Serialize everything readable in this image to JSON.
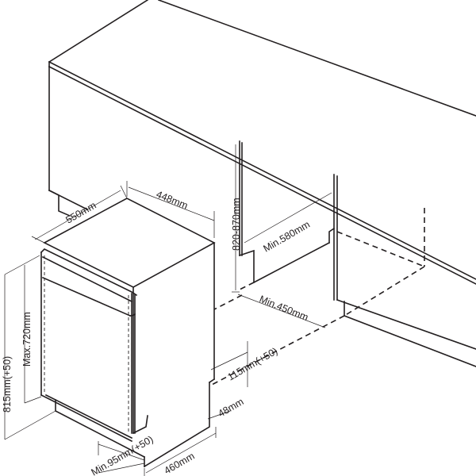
{
  "diagram": {
    "subject": "Built-in dishwasher installation dimensions",
    "dimensions": {
      "depth": "550mm",
      "width": "448mm",
      "cabinet_height": "820-870mm",
      "niche_depth": "Min.580mm",
      "niche_width": "Min.450mm",
      "total_height": "815mm(+50)",
      "door_height": "Max.720mm",
      "plinth_height": "115mm(+50)",
      "plinth_offset": "48mm",
      "plinth_gap": "Min.95mm(+50)",
      "plinth_depth": "460mm"
    },
    "colors": {
      "line": "#231f20",
      "background": "#ffffff"
    }
  }
}
